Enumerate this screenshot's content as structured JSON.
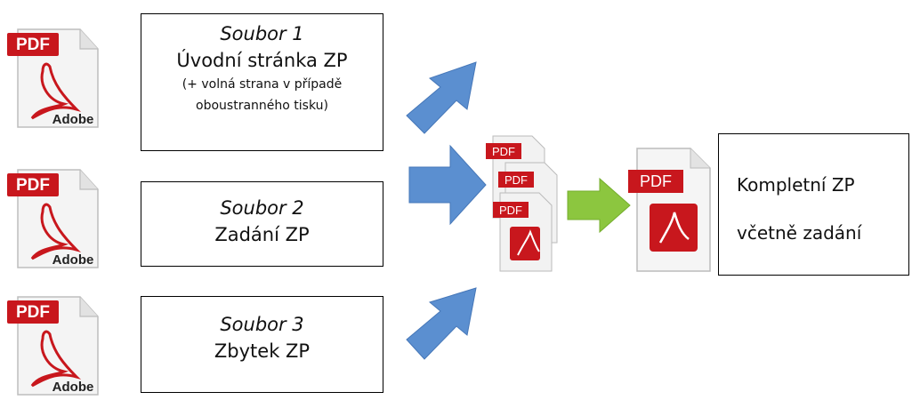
{
  "files": [
    {
      "title": "Soubor 1",
      "subtitle": "Úvodní stránka ZP",
      "note_line1": "(+ volná strana v případě",
      "note_line2": "oboustranného tisku)"
    },
    {
      "title": "Soubor 2",
      "subtitle": "Zadání ZP"
    },
    {
      "title": "Soubor 3",
      "subtitle": "Zbytek ZP"
    }
  ],
  "icon": {
    "badge": "PDF",
    "brand": "Adobe"
  },
  "result": {
    "line1": "Kompletní ZP",
    "line2": "včetně zadání"
  },
  "colors": {
    "pdf_red": "#c8171d",
    "arrow_blue": "#5b8fd0",
    "arrow_green": "#8cc63f"
  }
}
